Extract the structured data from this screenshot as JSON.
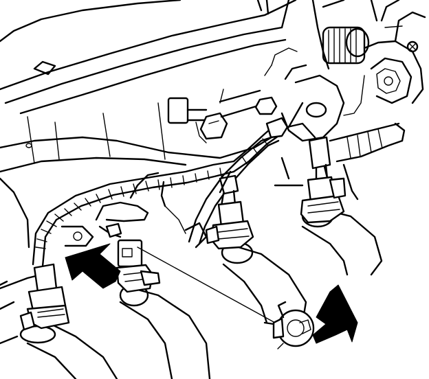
{
  "figure": {
    "kind": "line-drawing",
    "subject": "engine-top-fuel-injectors-wiring-harness",
    "callout_arrows": 2,
    "colors": {
      "line": "#000000",
      "background": "#ffffff"
    }
  }
}
